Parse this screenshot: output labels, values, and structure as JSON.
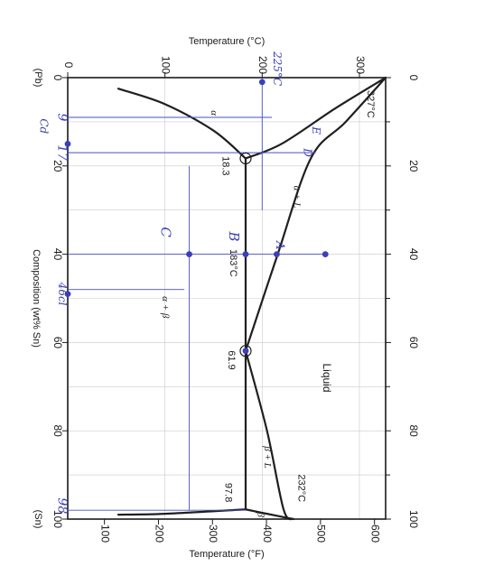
{
  "chart_data": {
    "type": "line",
    "title": "",
    "left_axis_label": "Temperature (°C)",
    "right_axis_label": "Temperature (°F)",
    "composition_label": "Composition (wt% Sn)",
    "end_labels": {
      "pb": "(Pb)",
      "sn": "(Sn)"
    },
    "composition_range": [
      0,
      100
    ],
    "celsius_range": [
      0,
      327
    ],
    "fahrenheit_range": [
      100,
      600
    ],
    "composition_ticks": [
      "0",
      "20",
      "40",
      "60",
      "80",
      "100"
    ],
    "atomic_ticks": [
      "0",
      "20",
      "40",
      "60",
      "80",
      "100"
    ],
    "celsius_ticks": [
      "0",
      "100",
      "200",
      "300"
    ],
    "fahrenheit_ticks": [
      "100",
      "200",
      "300",
      "400",
      "500",
      "600"
    ],
    "grid": true,
    "series": [
      {
        "id": "liquidus-alpha",
        "points": [
          [
            0,
            327
          ],
          [
            10,
            286
          ],
          [
            18.3,
            250
          ],
          [
            40,
            216
          ],
          [
            61.9,
            183
          ]
        ]
      },
      {
        "id": "liquidus-beta",
        "points": [
          [
            61.9,
            183
          ],
          [
            80,
            205
          ],
          [
            97.8,
            222
          ],
          [
            100,
            232
          ]
        ]
      },
      {
        "id": "alpha-solidus",
        "points": [
          [
            0,
            327
          ],
          [
            7,
            275
          ],
          [
            15,
            220
          ],
          [
            18.3,
            183
          ]
        ]
      },
      {
        "id": "alpha-solvus",
        "points": [
          [
            18.3,
            183
          ],
          [
            12,
            150
          ],
          [
            6,
            100
          ],
          [
            2.5,
            52
          ]
        ]
      },
      {
        "id": "beta-solidus",
        "points": [
          [
            97.8,
            183
          ],
          [
            98.8,
            205
          ],
          [
            100,
            232
          ]
        ]
      },
      {
        "id": "beta-solvus",
        "points": [
          [
            97.8,
            183
          ],
          [
            98.8,
            100
          ],
          [
            99,
            52
          ]
        ]
      },
      {
        "id": "eutectic-isotherm",
        "points": [
          [
            18.3,
            183
          ],
          [
            97.8,
            183
          ]
        ]
      }
    ],
    "regions": [
      {
        "label": "α",
        "composition": 8,
        "celsius": 150
      },
      {
        "label": "α + L",
        "composition": 27,
        "celsius": 235
      },
      {
        "label": "Liquid",
        "composition": 68,
        "celsius": 266
      },
      {
        "label": "α + β",
        "composition": 52,
        "celsius": 100
      },
      {
        "label": "β + L",
        "composition": 86,
        "celsius": 205
      },
      {
        "label": "β",
        "composition": 99,
        "celsius": 198
      }
    ],
    "annotations": [
      {
        "text": "327°C",
        "composition": 6,
        "celsius": 311
      },
      {
        "text": "18.3",
        "composition": 20,
        "celsius": 162
      },
      {
        "text": "183°C",
        "composition": 42,
        "celsius": 170
      },
      {
        "text": "61.9",
        "composition": 64,
        "celsius": 168
      },
      {
        "text": "97.8",
        "composition": 94,
        "celsius": 165
      },
      {
        "text": "232°C",
        "composition": 93,
        "celsius": 240
      }
    ],
    "marked_points": [
      {
        "composition": 1,
        "celsius": 200
      },
      {
        "composition": 15,
        "celsius": 0
      },
      {
        "composition": 40,
        "celsius": 125
      },
      {
        "composition": 40,
        "celsius": 183
      },
      {
        "composition": 40,
        "celsius": 215
      },
      {
        "composition": 40,
        "celsius": 265
      },
      {
        "composition": 49,
        "celsius": 0
      },
      {
        "composition": 61.9,
        "celsius": 183
      }
    ],
    "handwritten_notes": [
      "225°C",
      "9",
      "17",
      "Cd",
      "D",
      "E",
      "C",
      "B",
      "A",
      "46cl",
      "98"
    ]
  }
}
